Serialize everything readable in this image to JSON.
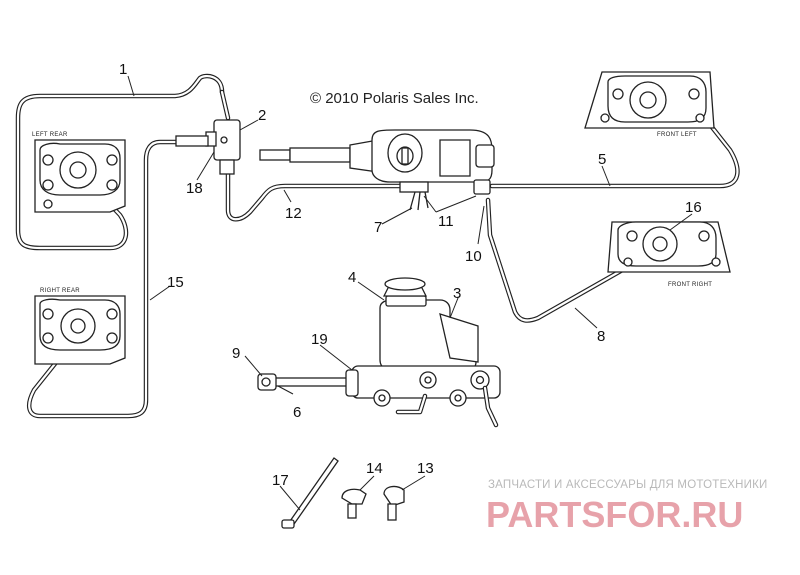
{
  "copyright": "© 2010 Polaris Sales Inc.",
  "callouts": [
    "1",
    "2",
    "3",
    "4",
    "5",
    "6",
    "7",
    "8",
    "9",
    "10",
    "11",
    "12",
    "13",
    "14",
    "15",
    "16",
    "17",
    "18",
    "19"
  ],
  "caliper_labels": {
    "left_rear": "LEFT REAR",
    "right_rear": "RIGHT REAR",
    "front_left": "FRONT LEFT",
    "front_right": "FRONT RIGHT"
  },
  "watermark": {
    "caption": "ЗАПЧАСТИ И АКСЕССУАРЫ ДЛЯ МОТОТЕХНИКИ",
    "logo": "PARTSFOR.RU"
  }
}
